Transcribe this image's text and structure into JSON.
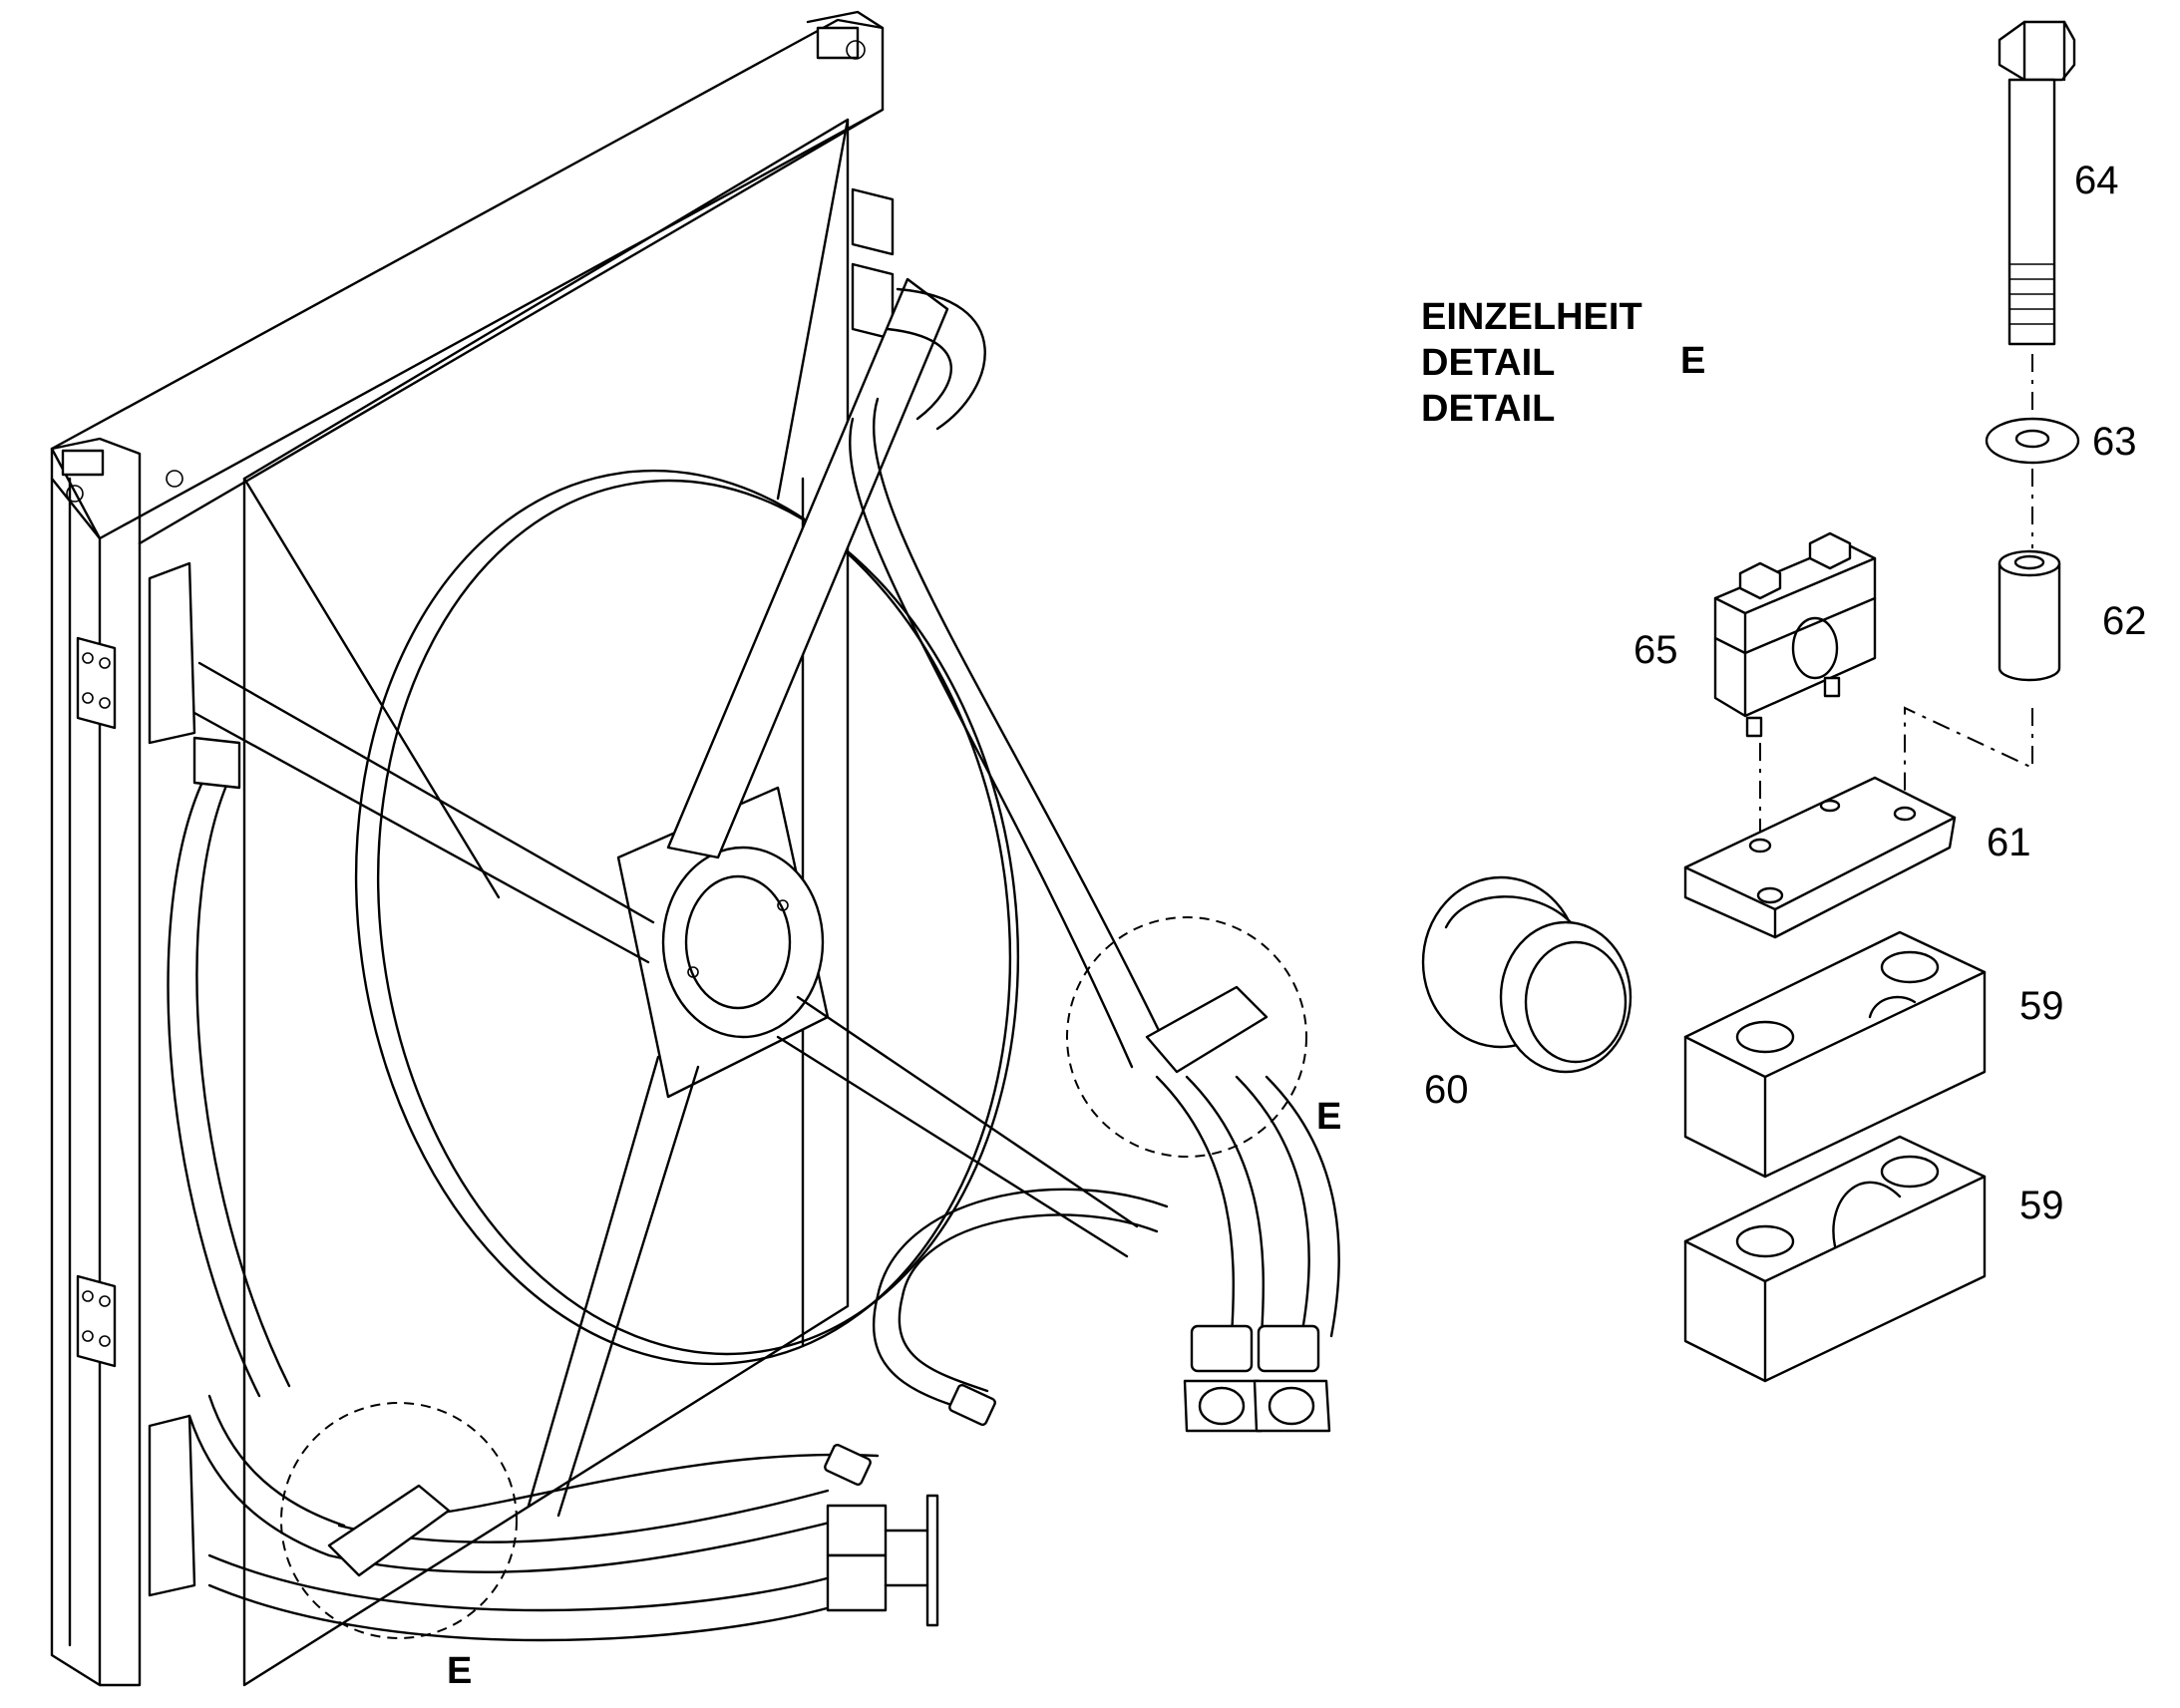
{
  "detail_header": {
    "line1": "EINZELHEIT",
    "line2": "DETAIL",
    "line3": "DETAIL",
    "letter": "E"
  },
  "detail_markers": [
    "E",
    "E"
  ],
  "part_numbers": {
    "p59a": "59",
    "p59b": "59",
    "p60": "60",
    "p61": "61",
    "p62": "62",
    "p63": "63",
    "p64": "64",
    "p65": "65"
  }
}
